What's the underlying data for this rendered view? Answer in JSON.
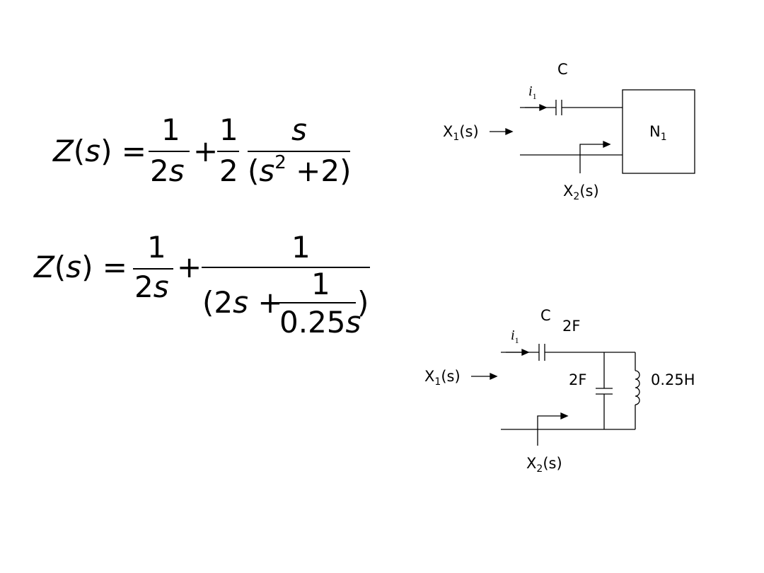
{
  "equations": {
    "eq1": {
      "lhs": "Z(s) =",
      "term1_num": "1",
      "term1_den": "2s",
      "plus": "+",
      "term2_coef_num": "1",
      "term2_coef_den": "2",
      "term2_num": "s",
      "term2_den_open": "(s",
      "term2_den_exp": "2",
      "term2_den_rest": "+2)"
    },
    "eq2": {
      "lhs": "Z(s) =",
      "term1_num": "1",
      "term1_den": "2s",
      "plus": "+",
      "term2_num": "1",
      "term2_den_open": "(2s +",
      "inner_num": "1",
      "inner_den": "0.25s",
      "term2_den_close": ")"
    }
  },
  "circuit1": {
    "capacitor_label": "C",
    "current_label": "i",
    "current_sub": "1",
    "input_label": "X",
    "input_sub": "1",
    "input_rest": "(s)",
    "output_label": "X",
    "output_sub": "2",
    "output_rest": "(s)",
    "network_label": "N",
    "network_sub": "1"
  },
  "circuit2": {
    "capacitor_label": "C",
    "capacitor_value": "2F",
    "current_label": "i",
    "current_sub": "1",
    "input_label": "X",
    "input_sub": "1",
    "input_rest": "(s)",
    "output_label": "X",
    "output_sub": "2",
    "output_rest": "(s)",
    "shunt_cap_value": "2F",
    "inductor_value": "0.25H"
  }
}
